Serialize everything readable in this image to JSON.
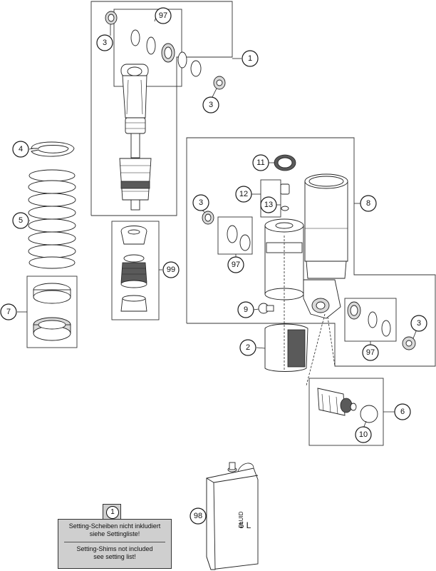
{
  "callouts": {
    "c1": "1",
    "c2": "2",
    "c3a": "3",
    "c3b": "3",
    "c3c": "3",
    "c3d": "3",
    "c4": "4",
    "c5": "5",
    "c6": "6",
    "c7": "7",
    "c8": "8",
    "c9": "9",
    "c10": "10",
    "c11": "11",
    "c12": "12",
    "c13": "13",
    "c97a": "97",
    "c97b": "97",
    "c97c": "97",
    "c98": "98",
    "c99": "99"
  },
  "fluid_can": {
    "label_word": "FLUID",
    "label_volume": "5 L"
  },
  "note": {
    "badge": "1",
    "de_line1": "Setting-Scheiben nicht inkludiert",
    "de_line2": "siehe Settingliste!",
    "en_line1": "Setting-Shims not included",
    "en_line2": "see setting list!"
  }
}
